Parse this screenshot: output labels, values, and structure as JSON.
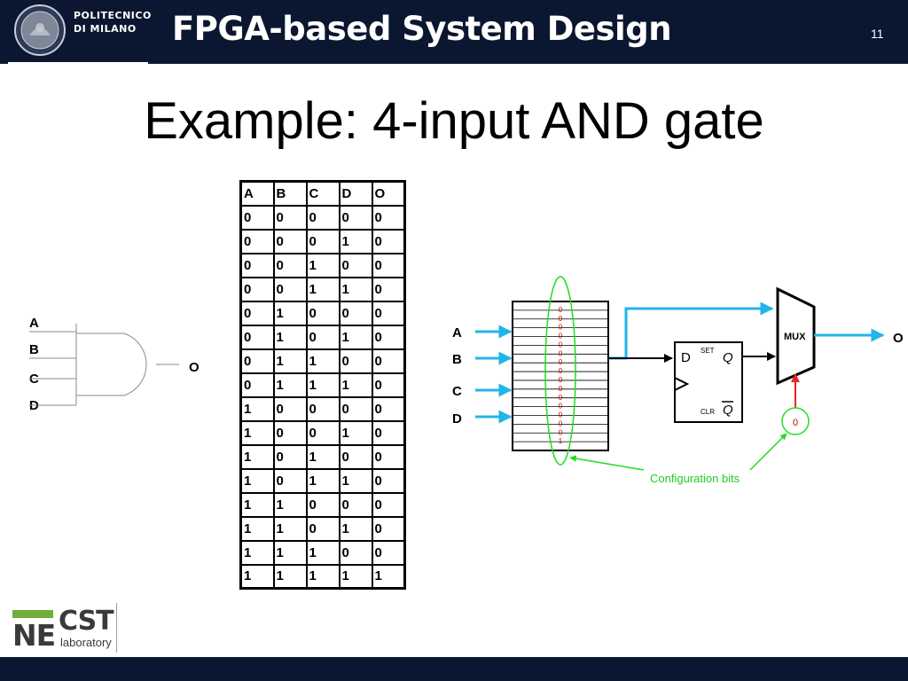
{
  "header": {
    "university_line1": "POLITECNICO",
    "university_line2": "DI MILANO",
    "title": "FPGA-based System Design",
    "slide_number": "11"
  },
  "slide": {
    "title": "Example: 4-input AND gate"
  },
  "truth_table": {
    "columns": [
      "A",
      "B",
      "C",
      "D",
      "O"
    ],
    "rows": [
      [
        "0",
        "0",
        "0",
        "0",
        "0"
      ],
      [
        "0",
        "0",
        "0",
        "1",
        "0"
      ],
      [
        "0",
        "0",
        "1",
        "0",
        "0"
      ],
      [
        "0",
        "0",
        "1",
        "1",
        "0"
      ],
      [
        "0",
        "1",
        "0",
        "0",
        "0"
      ],
      [
        "0",
        "1",
        "0",
        "1",
        "0"
      ],
      [
        "0",
        "1",
        "1",
        "0",
        "0"
      ],
      [
        "0",
        "1",
        "1",
        "1",
        "0"
      ],
      [
        "1",
        "0",
        "0",
        "0",
        "0"
      ],
      [
        "1",
        "0",
        "0",
        "1",
        "0"
      ],
      [
        "1",
        "0",
        "1",
        "0",
        "0"
      ],
      [
        "1",
        "0",
        "1",
        "1",
        "0"
      ],
      [
        "1",
        "1",
        "0",
        "0",
        "0"
      ],
      [
        "1",
        "1",
        "0",
        "1",
        "0"
      ],
      [
        "1",
        "1",
        "1",
        "0",
        "0"
      ],
      [
        "1",
        "1",
        "1",
        "1",
        "1"
      ]
    ]
  },
  "and_gate": {
    "inputs": [
      "A",
      "B",
      "C",
      "D"
    ],
    "output": "O"
  },
  "lut_circuit": {
    "inputs": [
      "A",
      "B",
      "C",
      "D"
    ],
    "config_bits": [
      "0",
      "0",
      "0",
      "0",
      "0",
      "0",
      "0",
      "0",
      "0",
      "0",
      "0",
      "0",
      "0",
      "0",
      "0",
      "1"
    ],
    "flipflop": {
      "d": "D",
      "set": "SET",
      "q": "Q",
      "clr": "CLR",
      "qbar": "Q"
    },
    "mux_label": "MUX",
    "mux_select_bit": "0",
    "output": "O",
    "config_label": "Configuration bits"
  },
  "footer": {
    "logo_ne": "NE",
    "logo_cst": "CST",
    "logo_lab": "laboratory"
  },
  "colors": {
    "header_bg": "#0b1730",
    "input_arrow": "#1fb6ea",
    "config_highlight": "#22dd22",
    "config_bit": "#cc0000",
    "select_arrow": "#ee2222",
    "necst_green": "#6fae3c"
  }
}
